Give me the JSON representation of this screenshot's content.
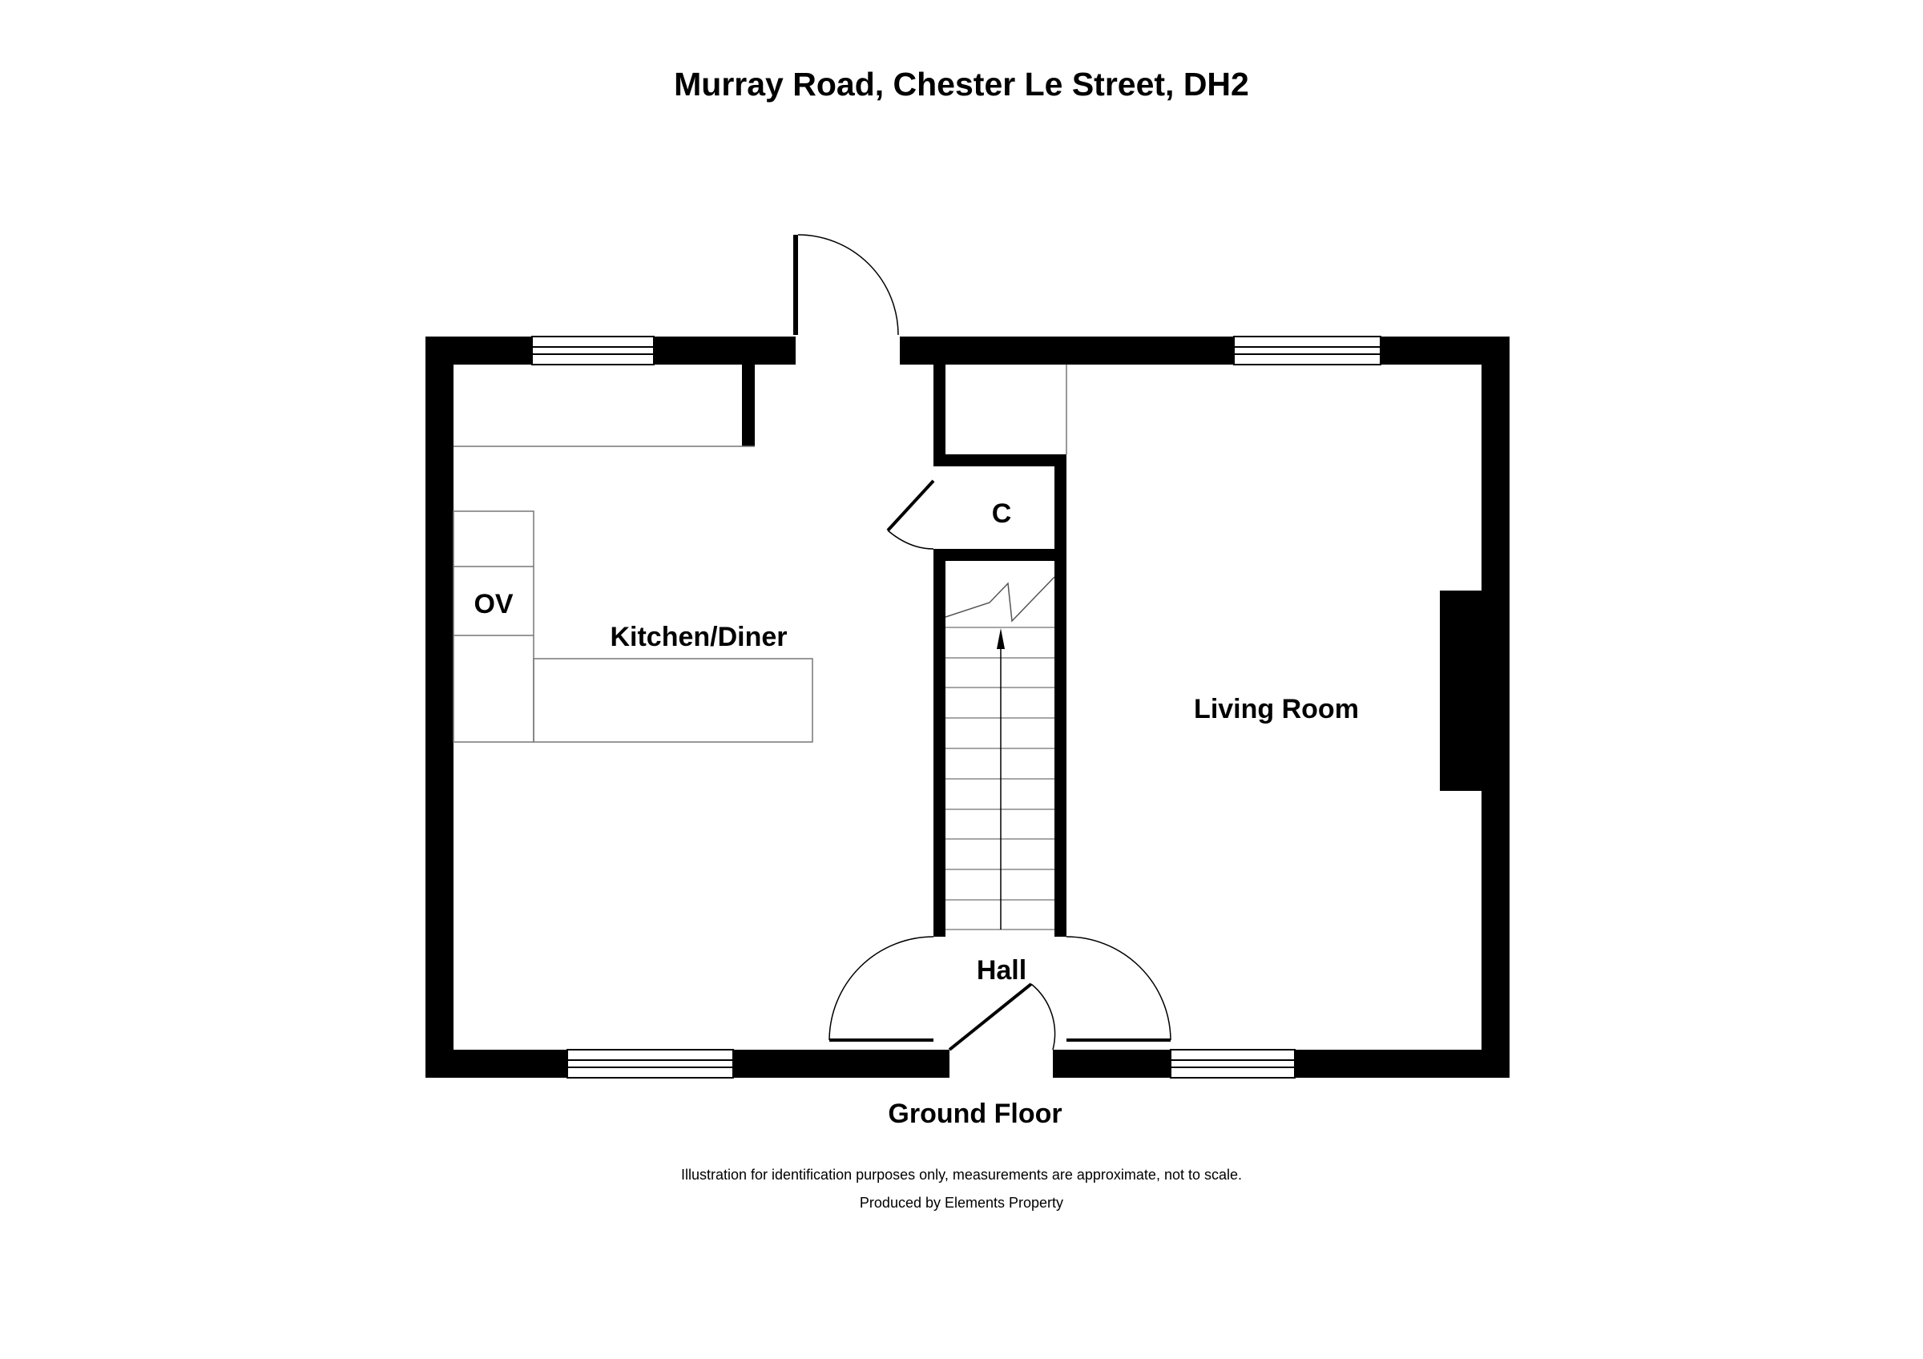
{
  "title": "Murray Road, Chester Le Street, DH2",
  "rooms": {
    "kitchen": "Kitchen/Diner",
    "oven": "OV",
    "cupboard": "C",
    "living": "Living Room",
    "hall": "Hall"
  },
  "floor_label": "Ground Floor",
  "disclaimer": "Illustration for identification purposes only, measurements are approximate, not to scale.",
  "producer": "Produced by Elements Property"
}
